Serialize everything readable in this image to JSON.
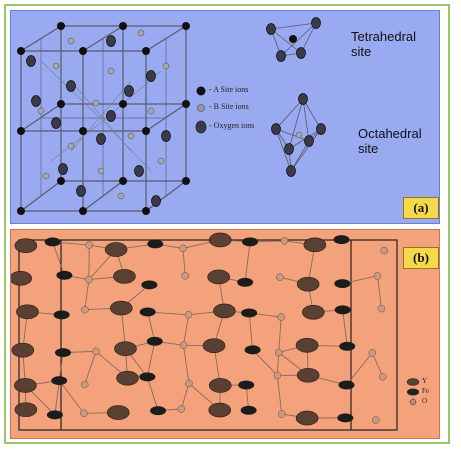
{
  "panel_a": {
    "tag": "(a)",
    "tetrahedral_label": "Tetrahedral site",
    "octahedral_label": "Octahedral site",
    "legend": [
      {
        "label": "- A Site ions",
        "color": "#111111"
      },
      {
        "label": "- B Site ions",
        "color": "#9a9a9a"
      },
      {
        "label": "- Oxygen ions",
        "color": "#3a3a4a"
      }
    ],
    "colors": {
      "background": "#9aaaf0",
      "lines": "#555a70"
    }
  },
  "panel_b": {
    "tag": "(b)",
    "legend": [
      {
        "label": "Y",
        "color": "#5a4032"
      },
      {
        "label": "Fe",
        "color": "#222222"
      },
      {
        "label": "O",
        "color": "#c08a70"
      }
    ],
    "colors": {
      "background": "#f3a27c",
      "bonds": "#8a6a5a"
    }
  },
  "colors": {
    "frame_border": "#9cc46a",
    "tag_fill": "#f5d94a"
  }
}
